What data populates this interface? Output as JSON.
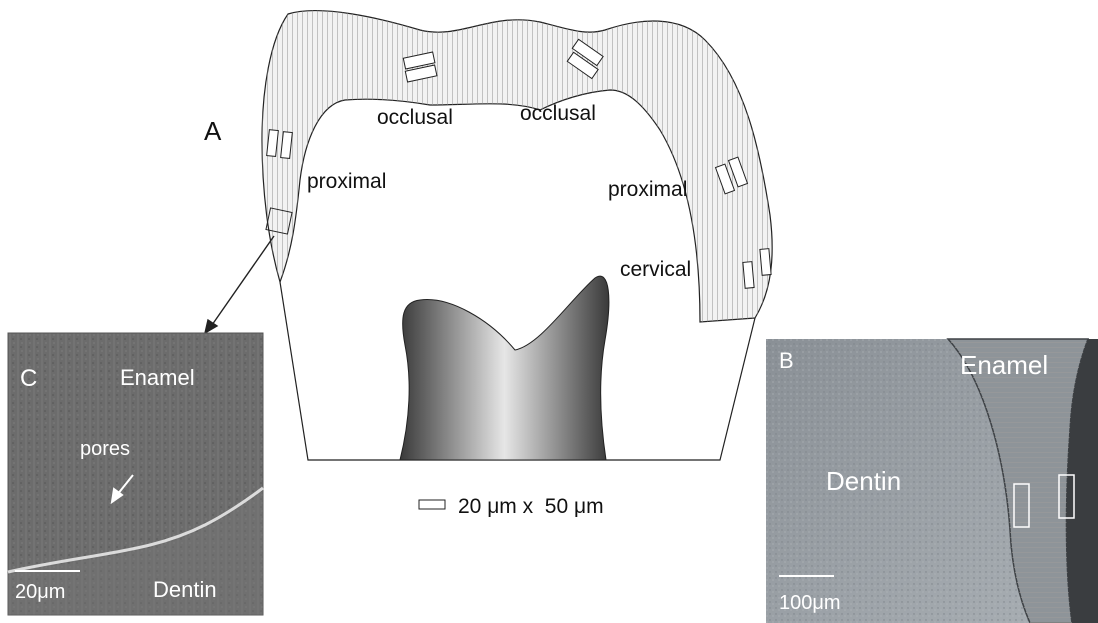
{
  "diagram": {
    "panel_a_letter": "A",
    "regions": {
      "occlusal_left": "occlusal",
      "occlusal_right": "occlusal",
      "proximal_left": "proximal",
      "proximal_right": "proximal",
      "cervical": "cervical"
    },
    "legend_text": "20 μm x  50 μm"
  },
  "panel_c": {
    "letter": "C",
    "enamel_label": "Enamel",
    "pores_label": "pores",
    "dentin_label": "Dentin",
    "scale_label": "20μm"
  },
  "panel_b": {
    "letter": "B",
    "enamel_label": "Enamel",
    "dentin_label": "Dentin",
    "scale_label": "100μm"
  },
  "colors": {
    "enamel_fill": "#f2f2f2",
    "outline": "#222222",
    "sem_background": "#6e6e6e",
    "micrograph_background": "#9aa0a6"
  }
}
